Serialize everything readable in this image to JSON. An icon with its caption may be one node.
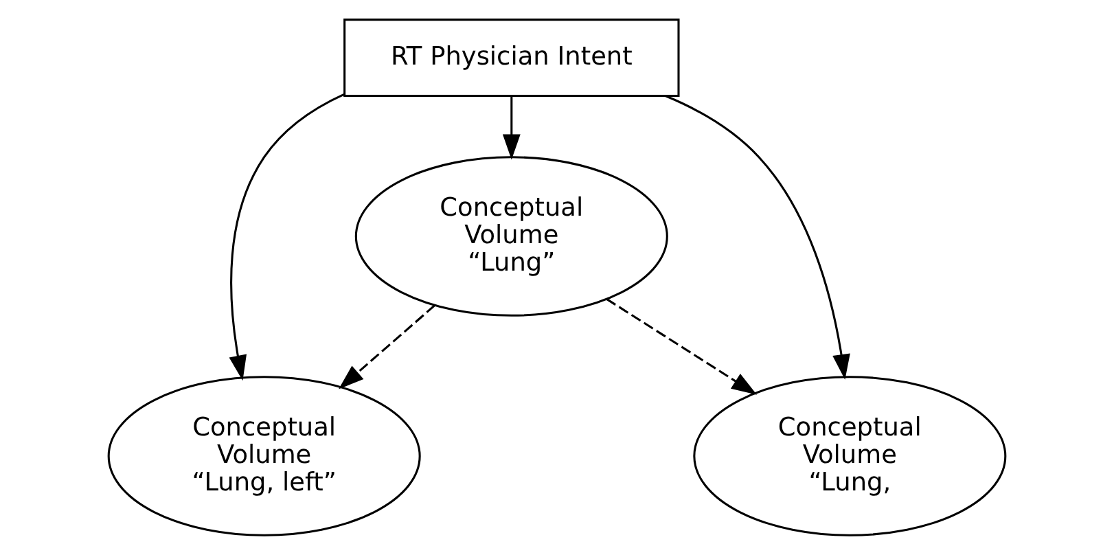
{
  "diagram": {
    "nodes": [
      {
        "text": [
          "RT Physician Intent"
        ]
      },
      {
        "text": [
          "Conceptual Volume “Lung”"
        ]
      },
      {
        "text": [
          "Conceptual Volume “Lung, left”"
        ]
      },
      {
        "text": [
          "Conceptual Volume “Lung,"
        ]
      }
    ],
    "edges": [
      {
        "from": 0,
        "to": 1,
        "arrow": "to"
      },
      {
        "from": 0,
        "to": 2,
        "arrow": "to"
      },
      {
        "from": 0,
        "to": 3,
        "arrow": "to"
      },
      {
        "from": 1,
        "to": 2,
        "arrow": "to",
        "style": "dashed"
      },
      {
        "from": 1,
        "to": 3,
        "arrow": "to",
        "style": "dashed"
      }
    ]
  }
}
